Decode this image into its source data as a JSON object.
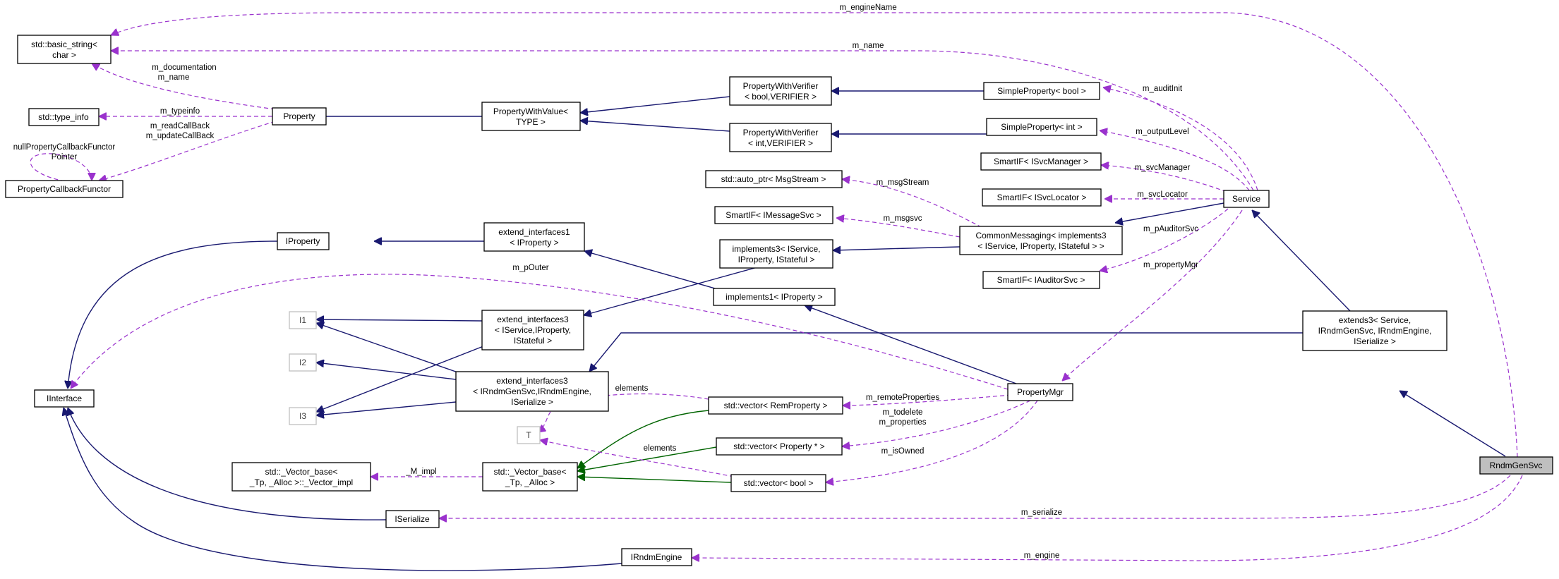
{
  "nodes": [
    {
      "id": "basic_string",
      "lines": [
        "std::basic_string<",
        "char >"
      ],
      "style": "normal"
    },
    {
      "id": "type_info",
      "lines": [
        "std::type_info"
      ],
      "style": "normal"
    },
    {
      "id": "PropertyCallbackFunctor",
      "lines": [
        "PropertyCallbackFunctor"
      ],
      "style": "normal"
    },
    {
      "id": "Property",
      "lines": [
        "Property"
      ],
      "style": "normal"
    },
    {
      "id": "PropertyWithValue",
      "lines": [
        "PropertyWithValue<",
        "TYPE >"
      ],
      "style": "normal"
    },
    {
      "id": "PWV_bool",
      "lines": [
        "PropertyWithVerifier",
        "< bool,VERIFIER >"
      ],
      "style": "normal"
    },
    {
      "id": "PWV_int",
      "lines": [
        "PropertyWithVerifier",
        "< int,VERIFIER >"
      ],
      "style": "normal"
    },
    {
      "id": "SP_bool",
      "lines": [
        "SimpleProperty< bool >"
      ],
      "style": "normal"
    },
    {
      "id": "SP_int",
      "lines": [
        "SimpleProperty< int >"
      ],
      "style": "normal"
    },
    {
      "id": "SmartIF_ISvcManager",
      "lines": [
        "SmartIF< ISvcManager >"
      ],
      "style": "normal"
    },
    {
      "id": "SmartIF_ISvcLocator",
      "lines": [
        "SmartIF< ISvcLocator >"
      ],
      "style": "normal"
    },
    {
      "id": "Service",
      "lines": [
        "Service"
      ],
      "style": "normal"
    },
    {
      "id": "auto_ptr_MsgStream",
      "lines": [
        "std::auto_ptr< MsgStream >"
      ],
      "style": "normal"
    },
    {
      "id": "SmartIF_IMessageSvc",
      "lines": [
        "SmartIF< IMessageSvc >"
      ],
      "style": "normal"
    },
    {
      "id": "CommonMessaging",
      "lines": [
        "CommonMessaging< implements3",
        "< IService, IProperty, IStateful > >"
      ],
      "style": "normal"
    },
    {
      "id": "SmartIF_IAuditorSvc",
      "lines": [
        "SmartIF< IAuditorSvc >"
      ],
      "style": "normal"
    },
    {
      "id": "IProperty",
      "lines": [
        "IProperty"
      ],
      "style": "normal"
    },
    {
      "id": "extend_interfaces1",
      "lines": [
        "extend_interfaces1",
        "< IProperty >"
      ],
      "style": "normal"
    },
    {
      "id": "implements3",
      "lines": [
        "implements3< IService,",
        "IProperty, IStateful >"
      ],
      "style": "normal"
    },
    {
      "id": "implements1",
      "lines": [
        "implements1< IProperty >"
      ],
      "style": "normal"
    },
    {
      "id": "I1",
      "lines": [
        "I1"
      ],
      "style": "grey"
    },
    {
      "id": "I2",
      "lines": [
        "I2"
      ],
      "style": "grey"
    },
    {
      "id": "I3",
      "lines": [
        "I3"
      ],
      "style": "grey"
    },
    {
      "id": "extend_interfaces3_a",
      "lines": [
        "extend_interfaces3",
        "< IService,IProperty,",
        "IStateful >"
      ],
      "style": "normal"
    },
    {
      "id": "extend_interfaces3_b",
      "lines": [
        "extend_interfaces3",
        "< IRndmGenSvc,IRndmEngine,",
        "ISerialize >"
      ],
      "style": "normal"
    },
    {
      "id": "extends3",
      "lines": [
        "extends3< Service,",
        "IRndmGenSvc, IRndmEngine,",
        "ISerialize >"
      ],
      "style": "normal"
    },
    {
      "id": "PropertyMgr",
      "lines": [
        "PropertyMgr"
      ],
      "style": "normal"
    },
    {
      "id": "IInterface",
      "lines": [
        "IInterface"
      ],
      "style": "normal"
    },
    {
      "id": "T",
      "lines": [
        "T"
      ],
      "style": "grey"
    },
    {
      "id": "vector_RemProperty",
      "lines": [
        "std::vector< RemProperty >"
      ],
      "style": "normal"
    },
    {
      "id": "vector_Property",
      "lines": [
        "std::vector< Property * >"
      ],
      "style": "normal"
    },
    {
      "id": "vector_bool",
      "lines": [
        "std::vector< bool >"
      ],
      "style": "normal"
    },
    {
      "id": "Vector_base_impl",
      "lines": [
        "std::_Vector_base<",
        "_Tp, _Alloc >::_Vector_impl"
      ],
      "style": "normal"
    },
    {
      "id": "Vector_base",
      "lines": [
        "std::_Vector_base<",
        "_Tp, _Alloc >"
      ],
      "style": "normal"
    },
    {
      "id": "ISerialize",
      "lines": [
        "ISerialize"
      ],
      "style": "normal"
    },
    {
      "id": "IRndmEngine",
      "lines": [
        "IRndmEngine"
      ],
      "style": "normal"
    },
    {
      "id": "RndmGenSvc",
      "lines": [
        "RndmGenSvc"
      ],
      "style": "focus"
    }
  ],
  "edge_labels": [
    {
      "id": "engineName",
      "text": "m_engineName"
    },
    {
      "id": "name",
      "text": "m_name"
    },
    {
      "id": "doc",
      "text": "m_documentation"
    },
    {
      "id": "docname",
      "text": "m_name"
    },
    {
      "id": "typeinfo",
      "text": "m_typeinfo"
    },
    {
      "id": "readcb",
      "text": "m_readCallBack"
    },
    {
      "id": "updatecb",
      "text": "m_updateCallBack"
    },
    {
      "id": "nullcb1",
      "text": "nullPropertyCallbackFunctor"
    },
    {
      "id": "nullcb2",
      "text": "Pointer"
    },
    {
      "id": "auditInit",
      "text": "m_auditInit"
    },
    {
      "id": "outputLevel",
      "text": "m_outputLevel"
    },
    {
      "id": "svcManager",
      "text": "m_svcManager"
    },
    {
      "id": "svcLocator",
      "text": "m_svcLocator"
    },
    {
      "id": "msgStream",
      "text": "m_msgStream"
    },
    {
      "id": "msgsvc",
      "text": "m_msgsvc"
    },
    {
      "id": "pAuditorSvc",
      "text": "m_pAuditorSvc"
    },
    {
      "id": "propertyMgr",
      "text": "m_propertyMgr"
    },
    {
      "id": "pOuter",
      "text": "m_pOuter"
    },
    {
      "id": "elements1",
      "text": "elements"
    },
    {
      "id": "elements2",
      "text": "elements"
    },
    {
      "id": "remoteProperties",
      "text": "m_remoteProperties"
    },
    {
      "id": "todelete",
      "text": "m_todelete"
    },
    {
      "id": "properties",
      "text": "m_properties"
    },
    {
      "id": "isOwned",
      "text": "m_isOwned"
    },
    {
      "id": "Mimpl",
      "text": "_M_impl"
    },
    {
      "id": "serialize",
      "text": "m_serialize"
    },
    {
      "id": "engine",
      "text": "m_engine"
    }
  ],
  "colors": {
    "inheritance": "#191970",
    "template": "#006400",
    "usage": "#9a32cd",
    "focus_fill": "#bfbfbf",
    "grey_border": "#bfbfbf"
  }
}
